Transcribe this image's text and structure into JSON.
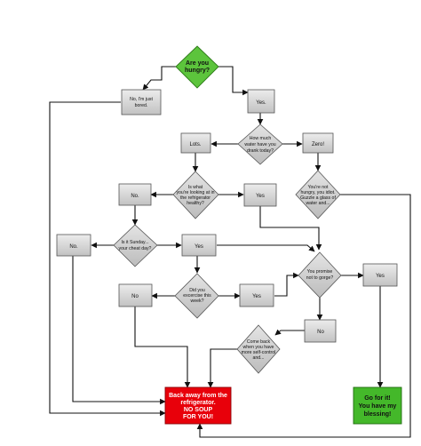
{
  "nodes": {
    "start": [
      "Are you",
      "hungry?"
    ],
    "just_bored": [
      "No, I'm just",
      "bored."
    ],
    "yes_hungry": [
      "Yes."
    ],
    "water_q": [
      "How much",
      "water have you",
      "drank today?"
    ],
    "lots": [
      "Lots."
    ],
    "zero": [
      "Zero!"
    ],
    "fridge_q": [
      "Is what",
      "you're looking at in",
      "the refrigerator",
      "healthy?"
    ],
    "not_hungry_q": [
      "You're not",
      "hungry, you idiot.",
      "Guzzle a glass of",
      "water and..."
    ],
    "no_healthy": [
      "No."
    ],
    "yes_healthy": [
      "Yes"
    ],
    "sunday_q": [
      "Is it Sunday...",
      "your cheat day?"
    ],
    "no_sunday": [
      "No."
    ],
    "yes_sunday": [
      "Yes"
    ],
    "gorge_q": [
      "You promise",
      "not to gorge?"
    ],
    "yes_gorge": [
      "Yes"
    ],
    "exercise_q": [
      "Did you",
      "excercise this",
      "week?"
    ],
    "no_exercise": [
      "No"
    ],
    "yes_exercise": [
      "Yes"
    ],
    "no_gorge": [
      "No"
    ],
    "self_control_q": [
      "Come back",
      "when you have",
      "more self-control",
      "and..."
    ],
    "no_soup": [
      "Back away from the",
      "refrigerator.",
      "NO SOUP",
      "FOR YOU!"
    ],
    "go_for_it": [
      "Go for it!",
      "You have my",
      "blessing!"
    ]
  },
  "colors": {
    "start_fill": "#5cc43c",
    "go_fill": "#44b82a",
    "stop_fill": "#e8000a",
    "box_fill": "#d4d4d4",
    "edge": "#111111"
  }
}
